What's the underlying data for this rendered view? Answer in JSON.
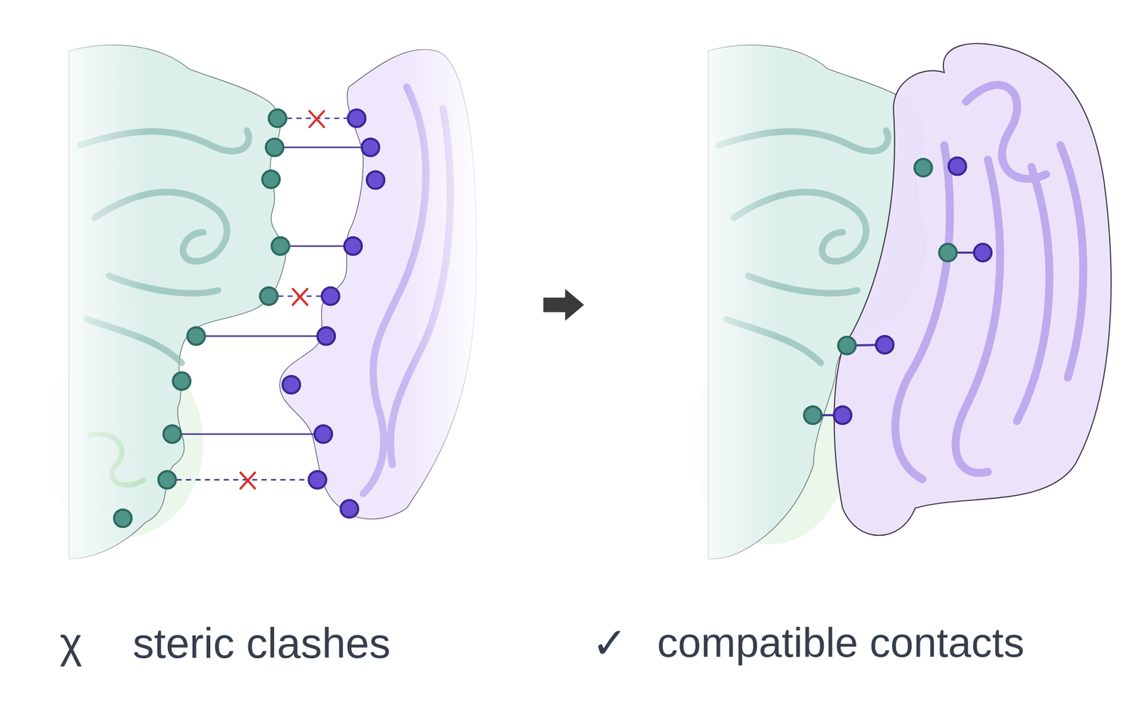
{
  "diagram": {
    "labels": [
      "χ",
      "steric clashes",
      "✓",
      "compatible contacts"
    ]
  }
}
